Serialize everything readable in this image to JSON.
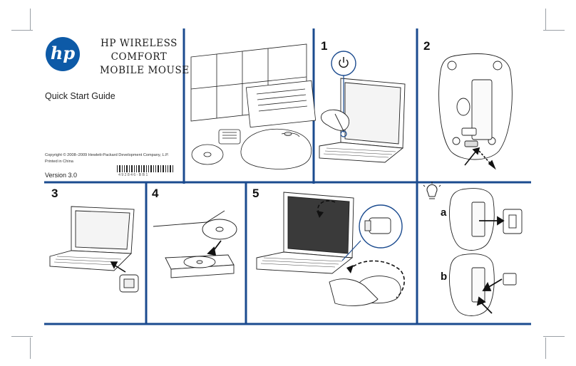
{
  "logo": {
    "text": "hp",
    "color": "#0d5aa7"
  },
  "title": {
    "line1": "HP WIRELESS",
    "line2": "COMFORT",
    "line3": "MOBILE MOUSE"
  },
  "subtitle": "Quick Start Guide",
  "copyright": {
    "line1": "Copyright © 2008–2009 Hewlett-Packard Development Company, L.P.",
    "line2": "Printed in China"
  },
  "version": "Version 3.0",
  "part_number": "492846-BB1",
  "steps": {
    "s1": "1",
    "s2": "2",
    "s3": "3",
    "s4": "4",
    "s5": "5"
  },
  "tip": {
    "a": "a",
    "b": "b",
    "icon": "lightbulb-icon"
  },
  "colors": {
    "frame": "#1b4b8f",
    "ink": "#1a1a1a",
    "screen": "#3a3a3a"
  }
}
